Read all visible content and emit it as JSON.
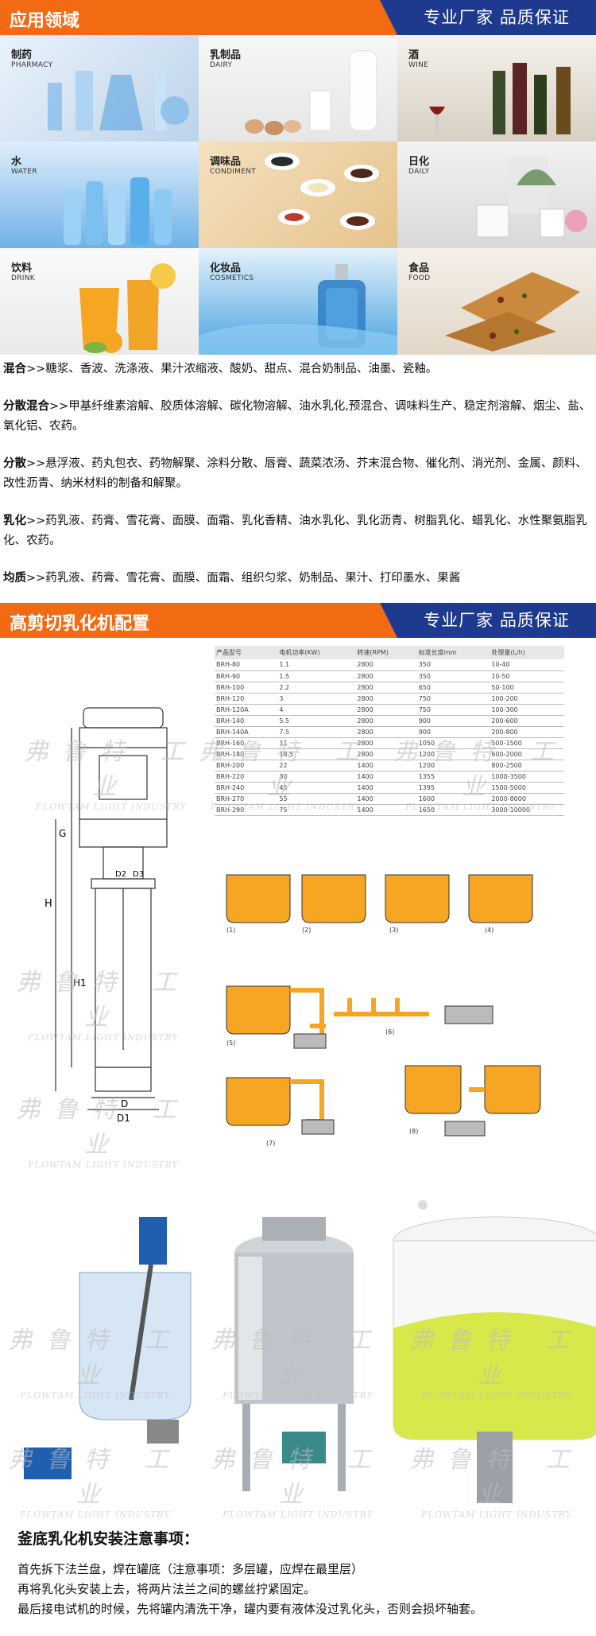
{
  "banner1": {
    "title": "应用领域",
    "tagline": "专业厂家  品质保证"
  },
  "tiles": [
    {
      "zh": "制药",
      "en": "PHARMACY"
    },
    {
      "zh": "乳制品",
      "en": "DAIRY"
    },
    {
      "zh": "酒",
      "en": "WINE"
    },
    {
      "zh": "水",
      "en": "WATER"
    },
    {
      "zh": "调味品",
      "en": "CONDIMENT"
    },
    {
      "zh": "日化",
      "en": "DAILY"
    },
    {
      "zh": "饮料",
      "en": "DRINK"
    },
    {
      "zh": "化妆品",
      "en": "COSMETICS"
    },
    {
      "zh": "食品",
      "en": "FOOD"
    }
  ],
  "applications": [
    {
      "label": "混合",
      "text": ">>糖浆、香波、洗涤液、果汁浓缩液、酸奶、甜点、混合奶制品、油墨、瓷釉。"
    },
    {
      "label": "分散混合",
      "text": ">>甲基纤维素溶解、胶质体溶解、碳化物溶解、油水乳化,预混合、调味料生产、稳定剂溶解、烟尘、盐、氧化铝、农药。"
    },
    {
      "label": "分散",
      "text": ">>悬浮液、药丸包衣、药物解聚、涂料分散、唇膏、蔬菜浓汤、芥末混合物、催化剂、消光剂、金属、颜料、改性沥青、纳米材料的制备和解聚。"
    },
    {
      "label": "乳化",
      "text": ">>药乳液、药膏、雪花膏、面膜、面霜、乳化香精、油水乳化、乳化沥青、树脂乳化、蜡乳化、水性聚氨脂乳化、农药。"
    },
    {
      "label": "均质",
      "text": ">>药乳液、药膏、雪花膏、面膜、面霜、组织匀浆、奶制品、果汁、打印墨水、果酱"
    }
  ],
  "banner2": {
    "title": "高剪切乳化机配置",
    "tagline": "专业厂家  品质保证"
  },
  "spec_table": {
    "headers": [
      "产品型号",
      "电机功率(KW)",
      "转速(RPM)",
      "标准长度mm",
      "处理量(L/h)"
    ],
    "rows": [
      [
        "BRH-80",
        "1.1",
        "2800",
        "350",
        "10-40"
      ],
      [
        "BRH-90",
        "1.5",
        "2800",
        "350",
        "10-50"
      ],
      [
        "BRH-100",
        "2.2",
        "2800",
        "650",
        "50-100"
      ],
      [
        "BRH-120",
        "3",
        "2800",
        "750",
        "100-200"
      ],
      [
        "BRH-120A",
        "4",
        "2800",
        "750",
        "100-300"
      ],
      [
        "BRH-140",
        "5.5",
        "2800",
        "900",
        "200-600"
      ],
      [
        "BRH-140A",
        "7.5",
        "2800",
        "900",
        "200-800"
      ],
      [
        "BRH-160",
        "11",
        "2800",
        "1050",
        "500-1500"
      ],
      [
        "BRH-180",
        "18.5",
        "2800",
        "1200",
        "600-2000"
      ],
      [
        "BRH-200",
        "22",
        "1400",
        "1200",
        "800-2500"
      ],
      [
        "BRH-220",
        "30",
        "1400",
        "1355",
        "1000-3500"
      ],
      [
        "BRH-240",
        "45",
        "1400",
        "1395",
        "1500-5000"
      ],
      [
        "BRH-270",
        "55",
        "1400",
        "1600",
        "2000-8000"
      ],
      [
        "BRH-290",
        "75",
        "1400",
        "1650",
        "3000-10000"
      ]
    ]
  },
  "dims": {
    "g": "G",
    "h": "H",
    "h1": "H1",
    "d2": "D2",
    "d3": "D3",
    "d": "D",
    "d1": "D1"
  },
  "process_labels": [
    "(1)",
    "(2)",
    "(3)",
    "(4)",
    "(5)",
    "(6)",
    "(7)",
    "(8)"
  ],
  "watermark": {
    "zh": "弗鲁特 工业",
    "en": "FLOWTAM LIGHT INDUSTRY"
  },
  "notes": {
    "title": "釜底乳化机安装注意事项：",
    "lines": [
      "首先拆下法兰盘，焊在罐底（注意事项：多层罐，应焊在最里层）",
      "再将乳化头安装上去，将两片法兰之间的螺丝拧紧固定。",
      "最后接电试机的时候，先将罐内清洗干净，罐内要有液体没过乳化头，否则会损坏轴套。"
    ]
  }
}
